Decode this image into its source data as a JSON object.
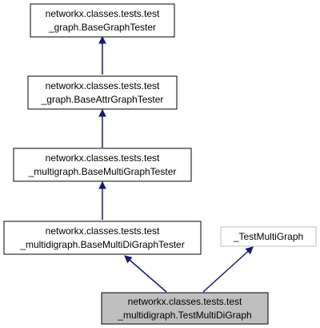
{
  "colors": {
    "background": "#ffffff",
    "node_fill": "#ffffff",
    "node_border": "#000000",
    "external_border": "#bfbfbf",
    "highlight_fill": "#bfbfbf",
    "edge": "#191970"
  },
  "nodes": {
    "base_graph_tester": {
      "line1": "networkx.classes.tests.test",
      "line2": "_graph.BaseGraphTester"
    },
    "base_attr_graph_tester": {
      "line1": "networkx.classes.tests.test",
      "line2": "_graph.BaseAttrGraphTester"
    },
    "base_multi_graph_tester": {
      "line1": "networkx.classes.tests.test",
      "line2": "_multigraph.BaseMultiGraphTester"
    },
    "base_multi_di_graph_tester": {
      "line1": "networkx.classes.tests.test",
      "line2": "_multidigraph.BaseMultiDiGraphTester"
    },
    "test_multi_graph": {
      "line1": "_TestMultiGraph"
    },
    "test_multi_di_graph": {
      "line1": "networkx.classes.tests.test",
      "line2": "_multidigraph.TestMultiDiGraph"
    }
  }
}
